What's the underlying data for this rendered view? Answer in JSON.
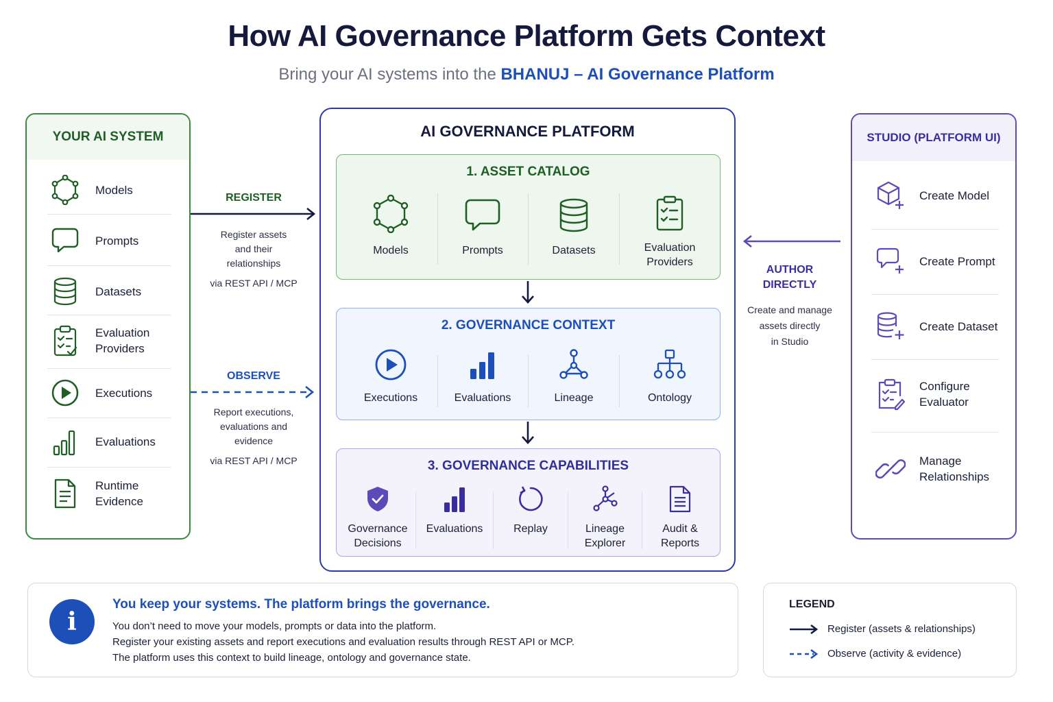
{
  "header": {
    "title": "How AI Governance Platform Gets Context",
    "subtitle_prefix": "Bring your AI systems into the",
    "subtitle_brand": "BHANUJ – AI Governance Platform"
  },
  "colors": {
    "green": "#3a8a3e",
    "navy": "#151a3d",
    "blue": "#1d4fb8",
    "purple": "#5b4ab8"
  },
  "left_panel": {
    "title": "YOUR AI SYSTEM",
    "items": [
      {
        "icon": "hexagon-network-icon",
        "label": "Models"
      },
      {
        "icon": "chat-bubble-icon",
        "label": "Prompts"
      },
      {
        "icon": "database-icon",
        "label": "Datasets"
      },
      {
        "icon": "clipboard-check-icon",
        "label": "Evaluation\nProviders"
      },
      {
        "icon": "play-circle-icon",
        "label": "Executions"
      },
      {
        "icon": "bar-chart-icon",
        "label": "Evaluations"
      },
      {
        "icon": "document-icon",
        "label": "Runtime\nEvidence"
      }
    ]
  },
  "register_arrow": {
    "title": "REGISTER",
    "body": "Register assets\nand their\nrelationships",
    "via": "via REST API / MCP"
  },
  "observe_arrow": {
    "title": "OBSERVE",
    "body": "Report executions,\nevaluations and\nevidence",
    "via": "via REST API / MCP"
  },
  "platform": {
    "title": "AI GOVERNANCE PLATFORM",
    "sections": [
      {
        "title": "1. ASSET CATALOG",
        "items": [
          {
            "icon": "hexagon-network-icon",
            "label": "Models"
          },
          {
            "icon": "chat-bubble-icon",
            "label": "Prompts"
          },
          {
            "icon": "database-icon",
            "label": "Datasets"
          },
          {
            "icon": "clipboard-check-icon",
            "label": "Evaluation\nProviders"
          }
        ]
      },
      {
        "title": "2. GOVERNANCE CONTEXT",
        "items": [
          {
            "icon": "play-circle-icon",
            "label": "Executions"
          },
          {
            "icon": "bar-chart-icon",
            "label": "Evaluations"
          },
          {
            "icon": "lineage-graph-icon",
            "label": "Lineage"
          },
          {
            "icon": "hierarchy-icon",
            "label": "Ontology"
          }
        ]
      },
      {
        "title": "3. GOVERNANCE CAPABILITIES",
        "items": [
          {
            "icon": "shield-check-icon",
            "label": "Governance\nDecisions"
          },
          {
            "icon": "bar-chart-icon",
            "label": "Evaluations"
          },
          {
            "icon": "replay-icon",
            "label": "Replay"
          },
          {
            "icon": "network-explorer-icon",
            "label": "Lineage\nExplorer"
          },
          {
            "icon": "report-icon",
            "label": "Audit &\nReports"
          }
        ]
      }
    ]
  },
  "author_arrow": {
    "title": "AUTHOR\nDIRECTLY",
    "body": "Create and manage\nassets directly\nin Studio"
  },
  "right_panel": {
    "title": "STUDIO (PLATFORM UI)",
    "items": [
      {
        "icon": "cube-plus-icon",
        "label": "Create Model"
      },
      {
        "icon": "chat-plus-icon",
        "label": "Create Prompt"
      },
      {
        "icon": "database-plus-icon",
        "label": "Create Dataset"
      },
      {
        "icon": "clipboard-edit-icon",
        "label": "Configure\nEvaluator"
      },
      {
        "icon": "link-icon",
        "label": "Manage\nRelationships"
      }
    ]
  },
  "info": {
    "icon": "i",
    "heading": "You keep your systems. The platform brings the governance.",
    "lines": [
      "You don’t need to move your models, prompts or data into the platform.",
      "Register your existing assets and report executions and evaluation results through REST API or MCP.",
      "The platform uses this context to build lineage, ontology and governance state."
    ]
  },
  "legend": {
    "title": "LEGEND",
    "items": [
      {
        "style": "solid",
        "label": "Register (assets & relationships)"
      },
      {
        "style": "dashed",
        "label": "Observe (activity & evidence)"
      }
    ]
  }
}
